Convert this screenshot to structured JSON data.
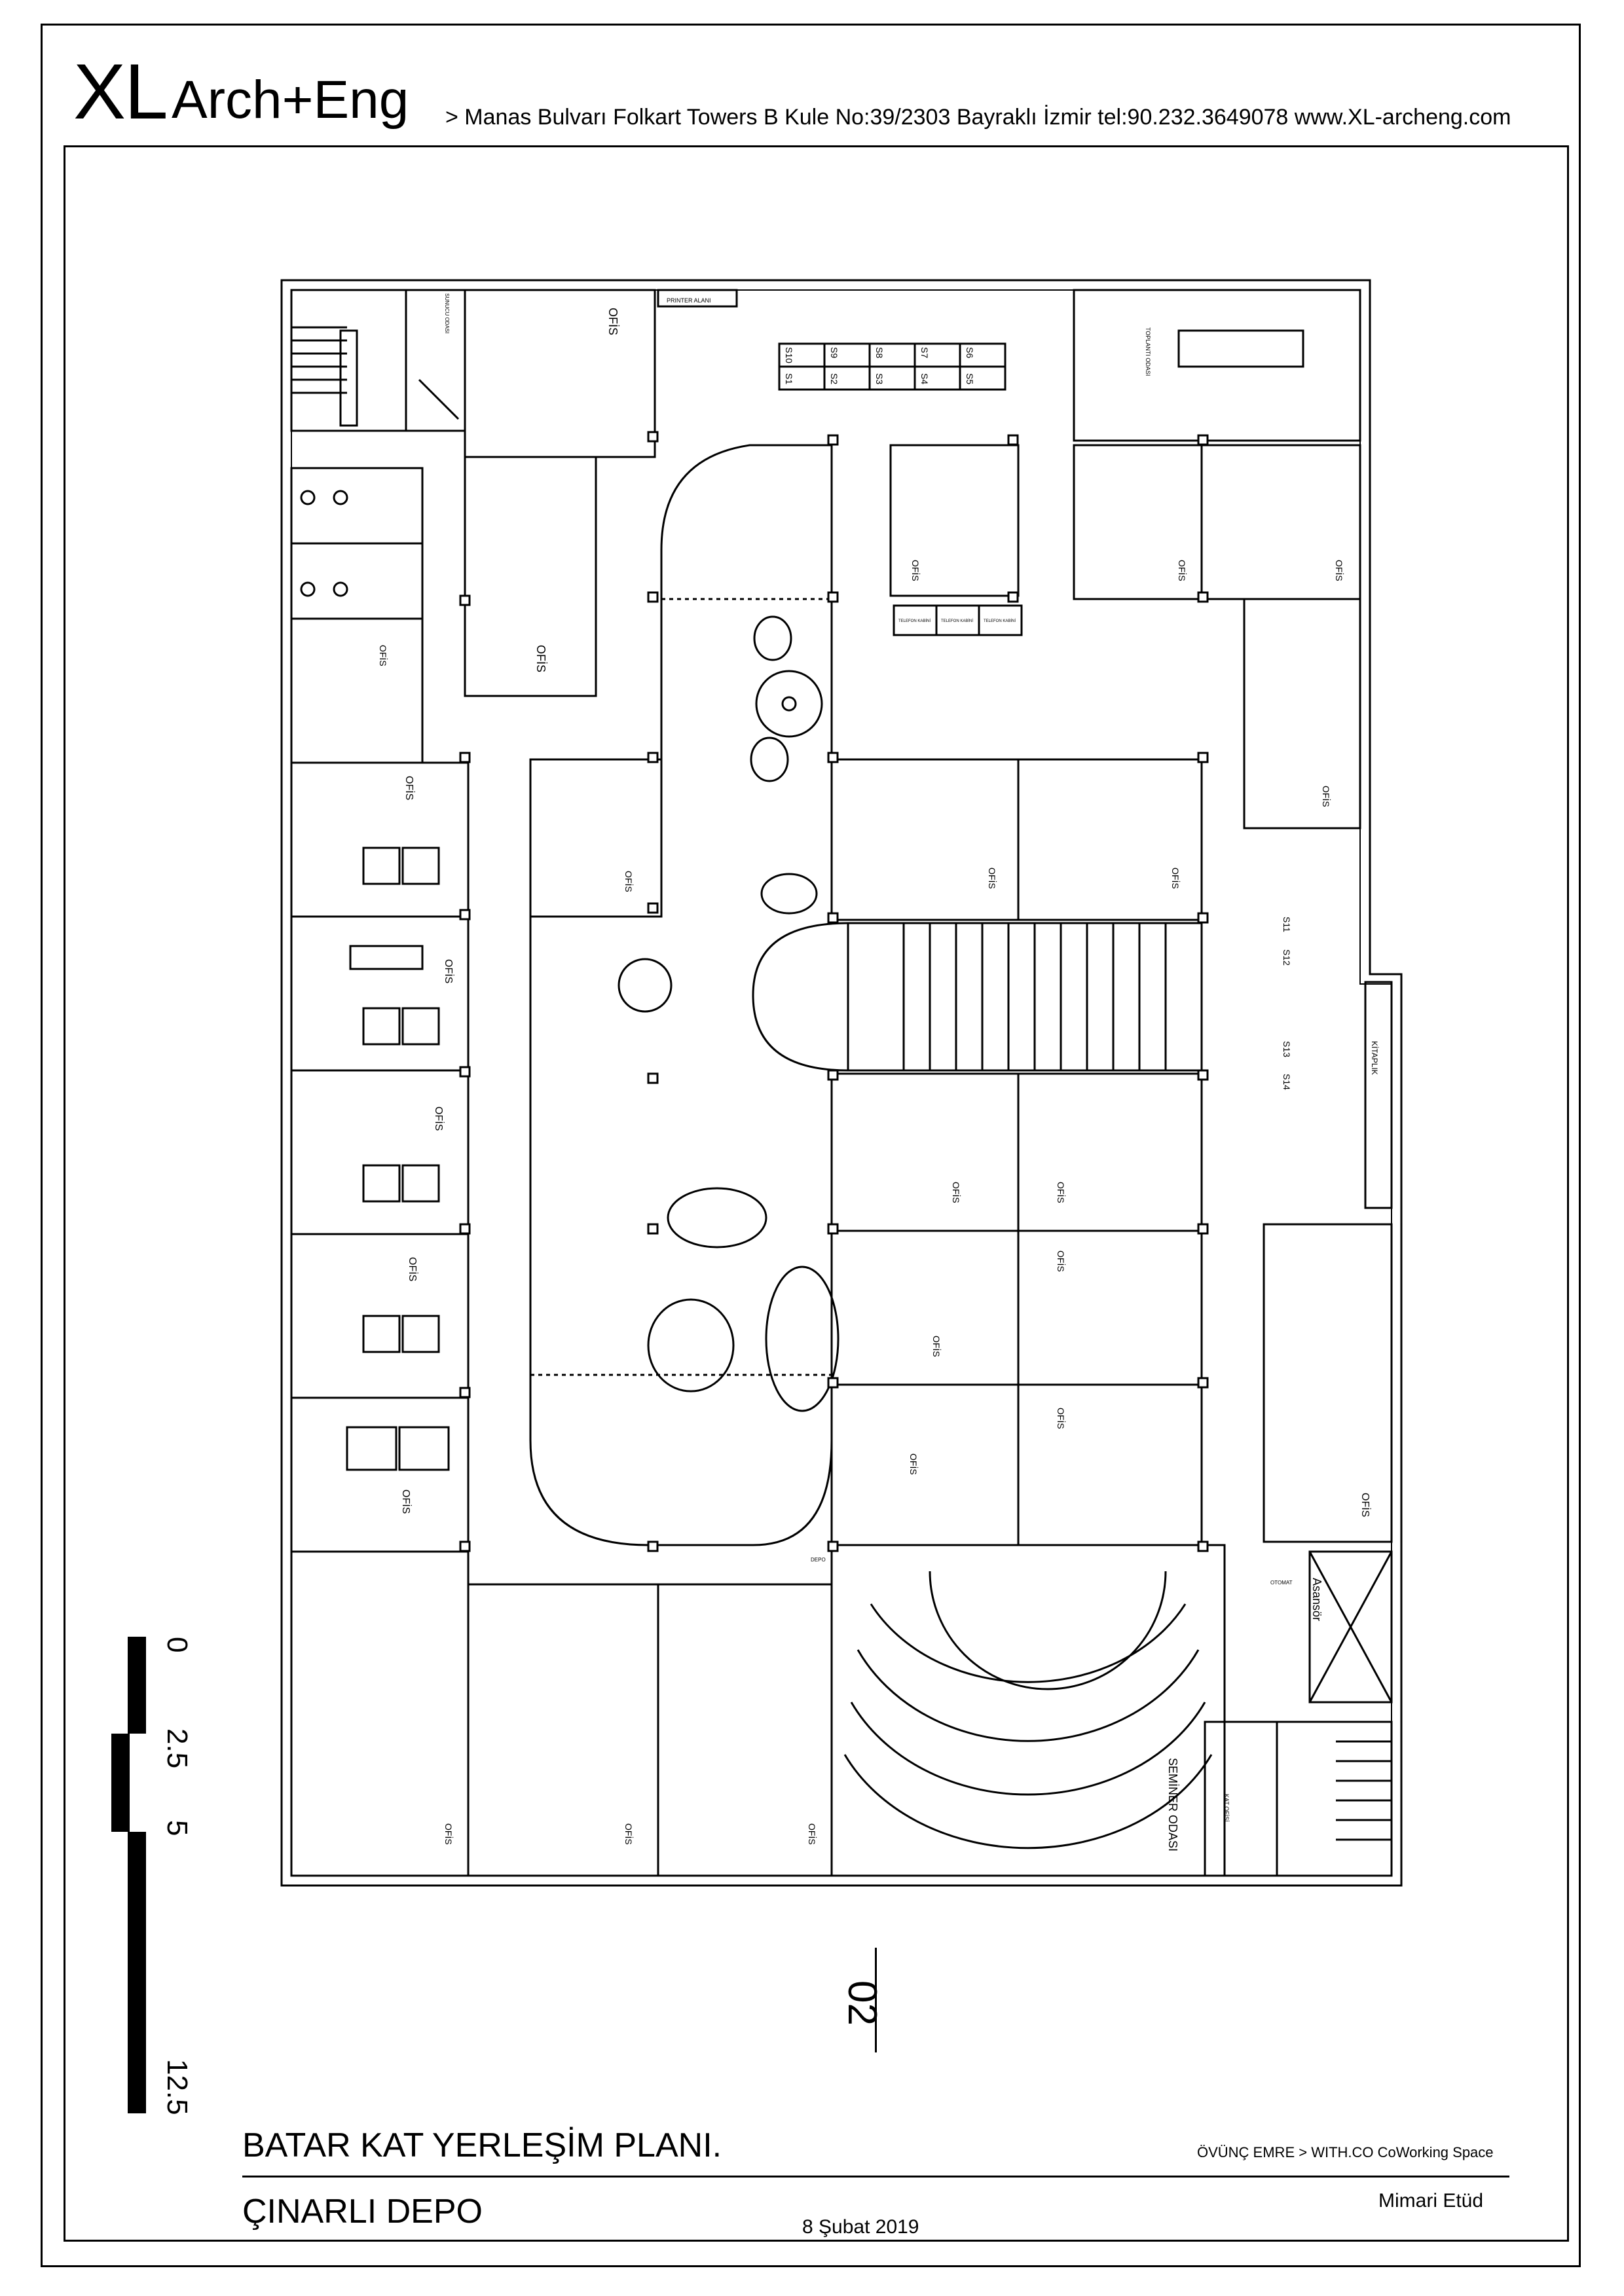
{
  "header": {
    "logo_xl": "XL",
    "logo_arch": "Arch+Eng",
    "address": "> Manas Bulvarı Folkart Towers B Kule No:39/2303 Bayraklı İzmir tel:90.232.3649078 www.XL-archeng.com"
  },
  "title_block": {
    "sheet_number": "02",
    "drawing_title": "BATAR KAT YERLEŞİM PLANI.",
    "project_name": "ÇINARLI DEPO",
    "date": "8 Şubat 2019",
    "subtitle": "ÖVÜNÇ EMRE > WITH.CO CoWorking Space",
    "discipline": "Mimari Etüd"
  },
  "scale_bar": {
    "labels": [
      "0",
      "2.5",
      "5",
      "12.5"
    ]
  },
  "plan": {
    "room_labels": {
      "ofis": "OFİS",
      "seminer": "SEMİNER ODASI",
      "asansor": "Asansör",
      "kitaplik": "KİTAPLIK",
      "printer": "PRINTER ALANI",
      "toplanti": "TOPLANTI ODASI",
      "telefon": "TELEFON KABİNİ",
      "depo": "DEPO",
      "kat_ofisi": "KAT OFİSİ",
      "otomat": "OTOMAT",
      "sunucu": "SUNUCU ODASI"
    },
    "desk_labels_top": [
      "S10",
      "S9",
      "S8",
      "S7",
      "S6"
    ],
    "desk_labels_bottom": [
      "S1",
      "S2",
      "S3",
      "S4",
      "S5"
    ],
    "desk_labels_right": [
      "S11",
      "S12",
      "S13",
      "S14"
    ]
  }
}
